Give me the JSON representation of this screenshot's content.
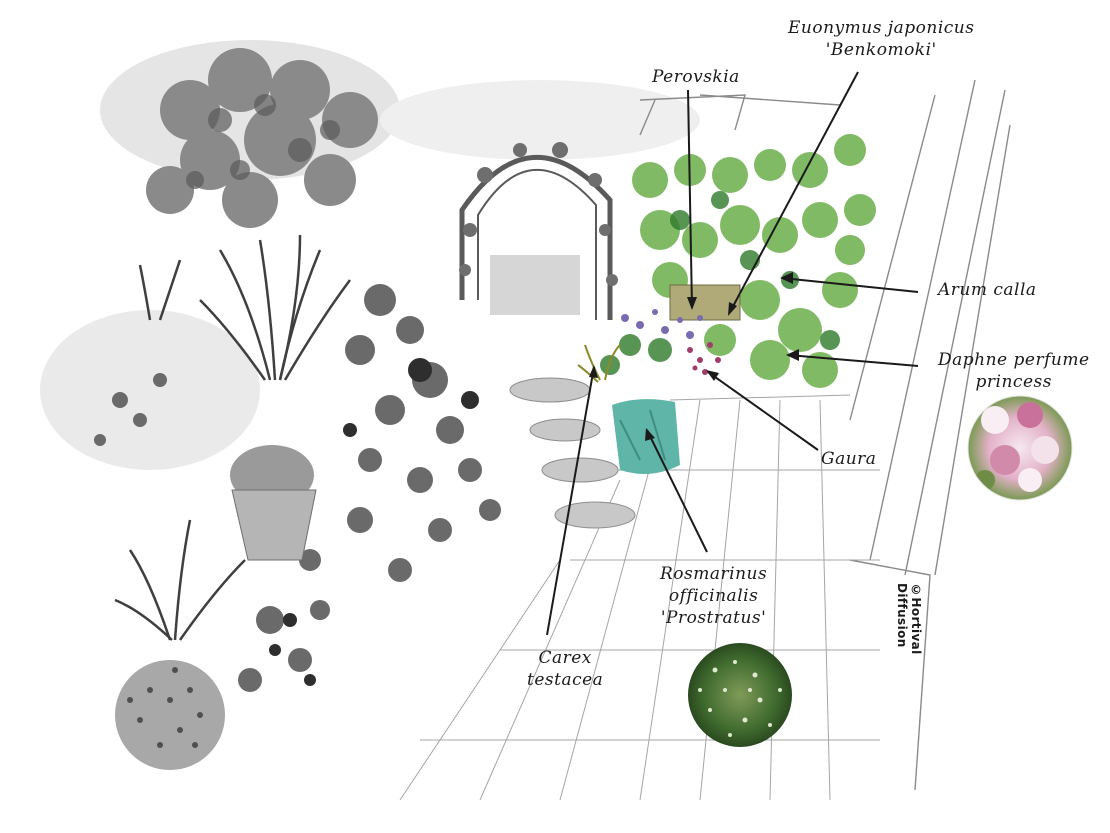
{
  "labels": {
    "euonymus": [
      "Euonymus japonicus",
      "'Benkomoki'"
    ],
    "perovskia": [
      "Perovskia"
    ],
    "arum": [
      "Arum calla"
    ],
    "daphne": [
      "Daphne perfume",
      "princess"
    ],
    "gaura": [
      "Gaura"
    ],
    "rosmarinus": [
      "Rosmarinus",
      "officinalis",
      "'Prostratus'"
    ],
    "carex": [
      "Carex",
      "testacea"
    ]
  },
  "copyright": "©Hortival Diffusion",
  "colors": {
    "ink": "#1a1a1a",
    "foliage_green": "#6cae4a",
    "teal_pot": "#5fb5a8",
    "perovskia_purple": "#7a6bb0",
    "gaura_magenta": "#a23c6b",
    "daphne_pink": "#e6b9cf"
  }
}
